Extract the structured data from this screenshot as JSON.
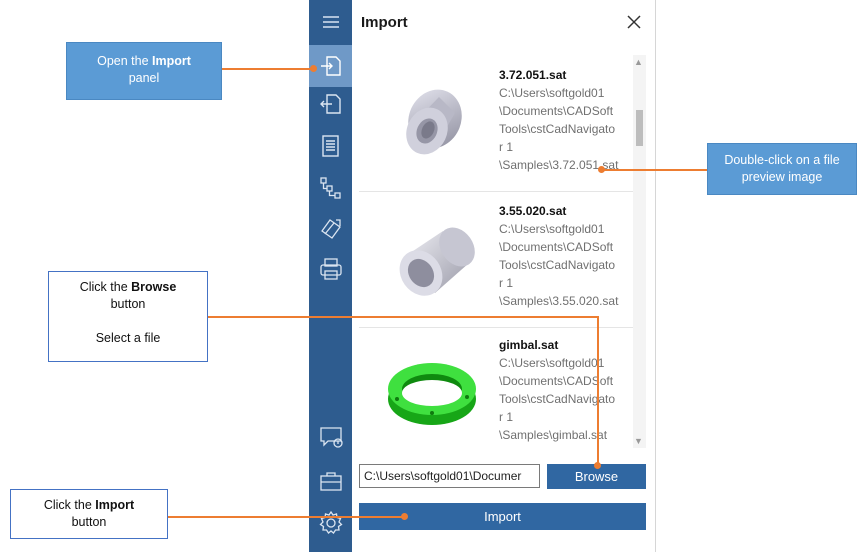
{
  "sidebar": {
    "items": [
      {
        "icon": "hamburger-menu-icon"
      },
      {
        "icon": "import-icon",
        "active": true
      },
      {
        "icon": "export-icon"
      },
      {
        "icon": "document-list-icon"
      },
      {
        "icon": "tree-structure-icon"
      },
      {
        "icon": "edit-tools-icon"
      },
      {
        "icon": "print-icon"
      },
      {
        "icon": "chat-info-icon"
      },
      {
        "icon": "briefcase-icon"
      },
      {
        "icon": "gear-icon"
      }
    ],
    "colors": {
      "background": "#2e5c8f",
      "active": "#6f99c7"
    }
  },
  "panel": {
    "title": "Import",
    "close_icon": "close-icon",
    "files": [
      {
        "name": "3.72.051.sat",
        "path": "C:\\Users\\softgold01 \\Documents\\CADSoft Tools\\cstCadNavigato r 1 \\Samples\\3.72.051.sat",
        "thumb": "gray-flanged-bushing"
      },
      {
        "name": "3.55.020.sat",
        "path": "C:\\Users\\softgold01 \\Documents\\CADSoft Tools\\cstCadNavigato r 1 \\Samples\\3.55.020.sat",
        "thumb": "gray-cylinder-bushing"
      },
      {
        "name": "gimbal.sat",
        "path": "C:\\Users\\softgold01 \\Documents\\CADSoft Tools\\cstCadNavigato r 1 \\Samples\\gimbal.sat",
        "thumb": "green-ring"
      }
    ],
    "path_value": "C:\\Users\\softgold01\\Documer",
    "browse_label": "Browse",
    "import_label": "Import",
    "button_color": "#3067a2"
  },
  "callouts": {
    "open_import": {
      "pre": "Open the ",
      "bold": "Import",
      "post": " panel"
    },
    "double_click": {
      "text": "Double-click on a file preview image"
    },
    "browse": {
      "pre": "Click the ",
      "bold": "Browse",
      "post": " button",
      "extra": "Select a file"
    },
    "import_btn": {
      "pre": "Click the ",
      "bold": "Import",
      "post": " button"
    },
    "leader_color": "#ed7d31"
  }
}
